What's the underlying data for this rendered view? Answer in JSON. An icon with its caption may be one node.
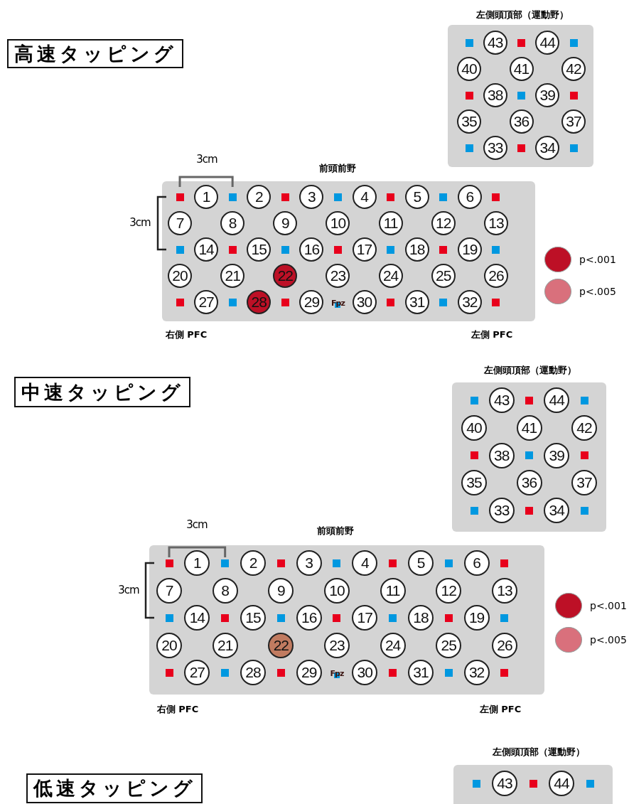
{
  "diagram": {
    "nodes": [
      {
        "text": [
          "高速タッピング"
        ]
      },
      {
        "text": [
          "左側頭頂部（運動野）"
        ]
      },
      {
        "text": [
          "43"
        ],
        "in": 1
      },
      {
        "text": [
          "44"
        ],
        "in": 1
      },
      {
        "text": [
          "40"
        ],
        "in": 1
      },
      {
        "text": [
          "41"
        ],
        "in": 1
      },
      {
        "text": [
          "42"
        ],
        "in": 1
      },
      {
        "text": [
          "38"
        ],
        "in": 1
      },
      {
        "text": [
          "39"
        ],
        "in": 1
      },
      {
        "text": [
          "35"
        ],
        "in": 1
      },
      {
        "text": [
          "36"
        ],
        "in": 1
      },
      {
        "text": [
          "37"
        ],
        "in": 1
      },
      {
        "text": [
          "33"
        ],
        "in": 1
      },
      {
        "text": [
          "34"
        ],
        "in": 1
      },
      {
        "text": [
          "前頭前野"
        ]
      },
      {
        "text": [
          "1"
        ],
        "in": 14
      },
      {
        "text": [
          "2"
        ],
        "in": 14
      },
      {
        "text": [
          "3"
        ],
        "in": 14
      },
      {
        "text": [
          "4"
        ],
        "in": 14
      },
      {
        "text": [
          "5"
        ],
        "in": 14
      },
      {
        "text": [
          "6"
        ],
        "in": 14
      },
      {
        "text": [
          "7"
        ],
        "in": 14
      },
      {
        "text": [
          "8"
        ],
        "in": 14
      },
      {
        "text": [
          "9"
        ],
        "in": 14
      },
      {
        "text": [
          "10"
        ],
        "in": 14
      },
      {
        "text": [
          "11"
        ],
        "in": 14
      },
      {
        "text": [
          "12"
        ],
        "in": 14
      },
      {
        "text": [
          "13"
        ],
        "in": 14
      },
      {
        "text": [
          "14"
        ],
        "in": 14
      },
      {
        "text": [
          "15"
        ],
        "in": 14
      },
      {
        "text": [
          "16"
        ],
        "in": 14
      },
      {
        "text": [
          "17"
        ],
        "in": 14
      },
      {
        "text": [
          "18"
        ],
        "in": 14
      },
      {
        "text": [
          "19"
        ],
        "in": 14
      },
      {
        "text": [
          "20"
        ],
        "in": 14
      },
      {
        "text": [
          "21"
        ],
        "in": 14
      },
      {
        "text": [
          "22"
        ],
        "in": 14
      },
      {
        "text": [
          "23"
        ],
        "in": 14
      },
      {
        "text": [
          "24"
        ],
        "in": 14
      },
      {
        "text": [
          "25"
        ],
        "in": 14
      },
      {
        "text": [
          "26"
        ],
        "in": 14
      },
      {
        "text": [
          "27"
        ],
        "in": 14
      },
      {
        "text": [
          "28"
        ],
        "in": 14
      },
      {
        "text": [
          "29"
        ],
        "in": 14
      },
      {
        "text": [
          "30"
        ],
        "in": 14
      },
      {
        "text": [
          "31"
        ],
        "in": 14
      },
      {
        "text": [
          "32"
        ],
        "in": 14
      },
      {
        "text": [
          "中速タッピング"
        ]
      },
      {
        "text": [
          "左側頭頂部（運動野）"
        ]
      },
      {
        "text": [
          "43"
        ],
        "in": 48
      },
      {
        "text": [
          "44"
        ],
        "in": 48
      },
      {
        "text": [
          "40"
        ],
        "in": 48
      },
      {
        "text": [
          "41"
        ],
        "in": 48
      },
      {
        "text": [
          "42"
        ],
        "in": 48
      },
      {
        "text": [
          "38"
        ],
        "in": 48
      },
      {
        "text": [
          "39"
        ],
        "in": 48
      },
      {
        "text": [
          "35"
        ],
        "in": 48
      },
      {
        "text": [
          "36"
        ],
        "in": 48
      },
      {
        "text": [
          "37"
        ],
        "in": 48
      },
      {
        "text": [
          "33"
        ],
        "in": 48
      },
      {
        "text": [
          "34"
        ],
        "in": 48
      },
      {
        "text": [
          "前頭前野"
        ]
      },
      {
        "text": [
          "1"
        ],
        "in": 61
      },
      {
        "text": [
          "2"
        ],
        "in": 61
      },
      {
        "text": [
          "3"
        ],
        "in": 61
      },
      {
        "text": [
          "4"
        ],
        "in": 61
      },
      {
        "text": [
          "5"
        ],
        "in": 61
      },
      {
        "text": [
          "6"
        ],
        "in": 61
      },
      {
        "text": [
          "7"
        ],
        "in": 61
      },
      {
        "text": [
          "8"
        ],
        "in": 61
      },
      {
        "text": [
          "9"
        ],
        "in": 61
      },
      {
        "text": [
          "10"
        ],
        "in": 61
      },
      {
        "text": [
          "11"
        ],
        "in": 61
      },
      {
        "text": [
          "12"
        ],
        "in": 61
      },
      {
        "text": [
          "13"
        ],
        "in": 61
      },
      {
        "text": [
          "14"
        ],
        "in": 61
      },
      {
        "text": [
          "15"
        ],
        "in": 61
      },
      {
        "text": [
          "16"
        ],
        "in": 61
      },
      {
        "text": [
          "17"
        ],
        "in": 61
      },
      {
        "text": [
          "18"
        ],
        "in": 61
      },
      {
        "text": [
          "19"
        ],
        "in": 61
      },
      {
        "text": [
          "20"
        ],
        "in": 61
      },
      {
        "text": [
          "21"
        ],
        "in": 61
      },
      {
        "text": [
          "22"
        ],
        "in": 61
      },
      {
        "text": [
          "23"
        ],
        "in": 61
      },
      {
        "text": [
          "24"
        ],
        "in": 61
      },
      {
        "text": [
          "25"
        ],
        "in": 61
      },
      {
        "text": [
          "26"
        ],
        "in": 61
      },
      {
        "text": [
          "27"
        ],
        "in": 61
      },
      {
        "text": [
          "28"
        ],
        "in": 61
      },
      {
        "text": [
          "29"
        ],
        "in": 61
      },
      {
        "text": [
          "30"
        ],
        "in": 61
      },
      {
        "text": [
          "31"
        ],
        "in": 61
      },
      {
        "text": [
          "32"
        ],
        "in": 61
      },
      {
        "text": [
          "低速タッピング"
        ]
      },
      {
        "text": [
          "左側頭頂部（運動野）"
        ]
      },
      {
        "text": [
          "43"
        ],
        "in": 95
      },
      {
        "text": [
          "44"
        ],
        "in": 95
      }
    ],
    "labels": [
      "3cm",
      "3cm",
      "Fpz",
      "右側 PFC",
      "左側 PFC",
      "3cm",
      "3cm",
      "Fpz",
      "右側 PFC",
      "左側 PFC"
    ],
    "legend": [
      {
        "text": "p<.001",
        "color": "#bd1026"
      },
      {
        "text": "p<.005",
        "color": "#d9707c"
      },
      {
        "text": "p<.001",
        "color": "#bd1026"
      },
      {
        "text": "p<.005",
        "color": "#d9707c"
      }
    ]
  }
}
